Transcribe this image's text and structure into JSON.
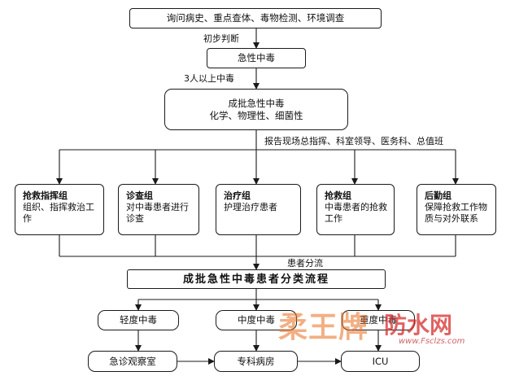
{
  "nodes": {
    "top": "询问病史、重点查体、毒物检测、环境调查",
    "acute": "急性中毒",
    "mass_line1": "成批急性中毒",
    "mass_line2": "化学、物理性、细菌性",
    "teams": [
      {
        "title": "抢救指挥组",
        "desc": "组织、指挥救治工作"
      },
      {
        "title": "诊查组",
        "desc": "对中毒患者进行诊查"
      },
      {
        "title": "治疗组",
        "desc": "护理治疗患者"
      },
      {
        "title": "抢救组",
        "desc": "中毒患者的抢救工作"
      },
      {
        "title": "后勤组",
        "desc": "保障抢救工作物质与对外联系"
      }
    ],
    "flow_title": "成批急性中毒患者分类流程",
    "levels": [
      "轻度中毒",
      "中度中毒",
      "重度中毒"
    ],
    "destinations": [
      "急诊观察室",
      "专科病房",
      "ICU"
    ]
  },
  "edge_labels": {
    "initial_judgment": "初步判断",
    "three_plus": "3人以上中毒",
    "report": "报告现场总指挥、科室领导、医务科、总值班",
    "triage": "患者分流"
  },
  "watermark": {
    "brand_cn": "柔王牌",
    "brand_red": "防水网",
    "url": "www.Fsclzs.com"
  },
  "colors": {
    "line": "#1a1a1a",
    "watermark_orange": "#e86e1e",
    "watermark_red": "#d72d2d"
  }
}
